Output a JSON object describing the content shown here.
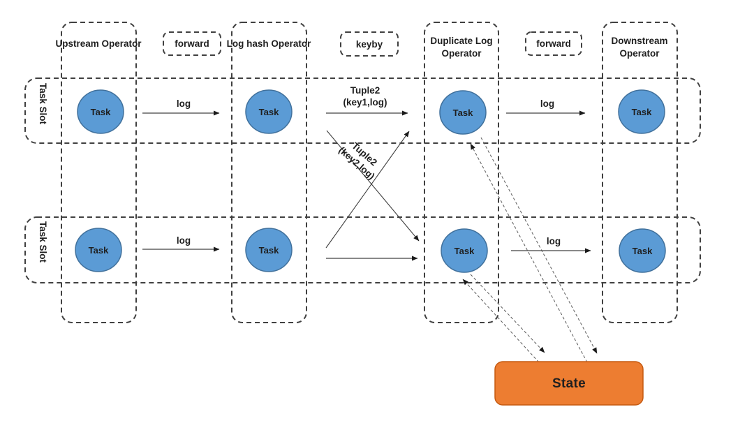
{
  "diagram_title": "Flink log deduplication operator topology",
  "colors": {
    "task_fill": "#5B9BD5",
    "task_border": "#41719C",
    "state_fill": "#ED7D31",
    "state_border": "#C55A11",
    "dashed_line": "#404040",
    "arrow_line": "#404040",
    "text": "#1f1f1f"
  },
  "operators": {
    "upstream": "Upstream Operator",
    "log_hash": "Log hash Operator",
    "duplicate_line1": "Duplicate Log",
    "duplicate_line2": "Operator",
    "downstream_line1": "Downstream",
    "downstream_line2": "Operator"
  },
  "partitioners": {
    "forward_left": "forward",
    "keyby": "keyby",
    "forward_right": "forward"
  },
  "task_slot_label": "Task Slot",
  "task_label": "Task",
  "edge_labels": {
    "log_upstream_row1": "log",
    "log_upstream_row2": "log",
    "log_downstream_row1": "log",
    "log_downstream_row2": "log",
    "tuple_key1_line1": "Tuple2",
    "tuple_key1_line2": "(key1,log)",
    "tuple_key2_line1": "Tuple2",
    "tuple_key2_line2": "(key2,log)"
  },
  "state_label": "State"
}
